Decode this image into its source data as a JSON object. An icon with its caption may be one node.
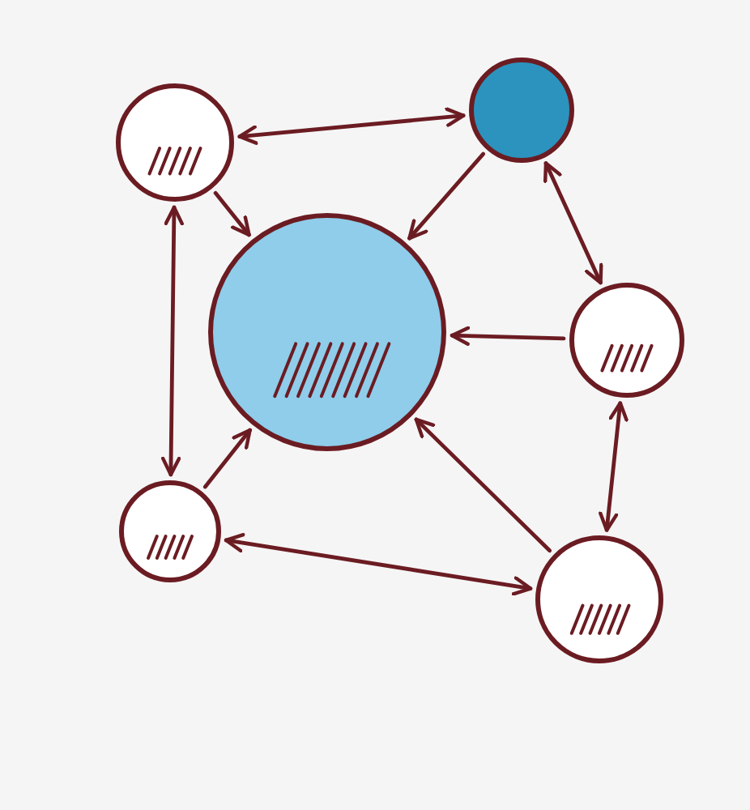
{
  "diagram": {
    "nodes": [
      {
        "text": [],
        "shape": "circle"
      },
      {
        "text": [],
        "shape": "circle"
      },
      {
        "text": [],
        "shape": "circle"
      },
      {
        "text": [],
        "shape": "circle"
      },
      {
        "text": [],
        "shape": "circle"
      },
      {
        "text": [],
        "shape": "circle"
      }
    ],
    "edges": [
      {
        "from": 0,
        "to": 1,
        "arrow": "both"
      },
      {
        "from": 0,
        "to": 2,
        "arrow": "to"
      },
      {
        "from": 1,
        "to": 2,
        "arrow": "to"
      },
      {
        "from": 1,
        "to": 3,
        "arrow": "both"
      },
      {
        "from": 3,
        "to": 2,
        "arrow": "to"
      },
      {
        "from": 3,
        "to": 5,
        "arrow": "both"
      },
      {
        "from": 5,
        "to": 2,
        "arrow": "to"
      },
      {
        "from": 4,
        "to": 2,
        "arrow": "to"
      },
      {
        "from": 0,
        "to": 4,
        "arrow": "both"
      },
      {
        "from": 4,
        "to": 5,
        "arrow": "both"
      }
    ]
  }
}
